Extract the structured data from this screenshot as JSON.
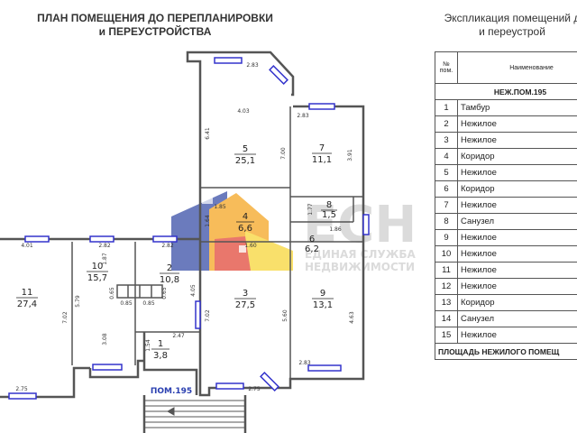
{
  "header": {
    "plan_title_line1": "ПЛАН ПОМЕЩЕНИЯ ДО ПЕРЕПЛАНИРОВКИ",
    "plan_title_line2": "и ПЕРЕУСТРОЙСТВА",
    "expl_title_line1": "Экспликация помещений д",
    "expl_title_line2": "и переустрой"
  },
  "plan": {
    "rooms": [
      {
        "num": "1",
        "area": "3,8"
      },
      {
        "num": "2",
        "area": "10,8"
      },
      {
        "num": "3",
        "area": "27,5"
      },
      {
        "num": "4",
        "area": "6,6"
      },
      {
        "num": "5",
        "area": "25,1"
      },
      {
        "num": "6",
        "area": "6,2"
      },
      {
        "num": "7",
        "area": "11,1"
      },
      {
        "num": "8",
        "area": "1,5"
      },
      {
        "num": "9",
        "area": "13,1"
      },
      {
        "num": "10",
        "area": "15,7"
      },
      {
        "num": "11",
        "area": "27,4"
      }
    ],
    "dims": [
      "2.83",
      "4.03",
      "6.41",
      "7.00",
      "2.83",
      "3.91",
      "1.85",
      "1.64",
      "1.60",
      "1.77",
      "1.86",
      "4.01",
      "2.82",
      "2.82",
      "1.87",
      "0.65",
      "0.65",
      "0.85",
      "0.85",
      "7.02",
      "5.79",
      "3.08",
      "4.05",
      "2.47",
      "1.54",
      "7.02",
      "5.60",
      "4.63",
      "2.75",
      "2.75",
      "2.83"
    ],
    "unit_label": "ПОМ.195"
  },
  "watermark": {
    "logo": "ЕСН",
    "line1": "ЕДИНАЯ СЛУЖБА",
    "line2": "НЕДВИЖИМОСТИ"
  },
  "table": {
    "col_num": "№ пом.",
    "col_name": "Наименование",
    "section": "НЕЖ.ПОМ.195",
    "rows": [
      {
        "num": "1",
        "name": "Тамбур"
      },
      {
        "num": "2",
        "name": "Нежилое"
      },
      {
        "num": "3",
        "name": "Нежилое"
      },
      {
        "num": "4",
        "name": "Коридор"
      },
      {
        "num": "5",
        "name": "Нежилое"
      },
      {
        "num": "6",
        "name": "Коридор"
      },
      {
        "num": "7",
        "name": "Нежилое"
      },
      {
        "num": "8",
        "name": "Санузел"
      },
      {
        "num": "9",
        "name": "Нежилое"
      },
      {
        "num": "10",
        "name": "Нежилое"
      },
      {
        "num": "11",
        "name": "Нежилое"
      },
      {
        "num": "12",
        "name": "Нежилое"
      },
      {
        "num": "13",
        "name": "Коридор"
      },
      {
        "num": "14",
        "name": "Санузел"
      },
      {
        "num": "15",
        "name": "Нежилое"
      }
    ],
    "total": "ПЛОЩАДЬ НЕЖИЛОГО ПОМЕЩ"
  },
  "colors": {
    "wall": "#555555",
    "window": "#3333cc",
    "logo_blue": "#3a4fa8",
    "logo_orange": "#f5a623",
    "logo_yellow": "#f7d63a",
    "logo_red": "#e24a3b",
    "logo_text": "#cfcfcf"
  }
}
